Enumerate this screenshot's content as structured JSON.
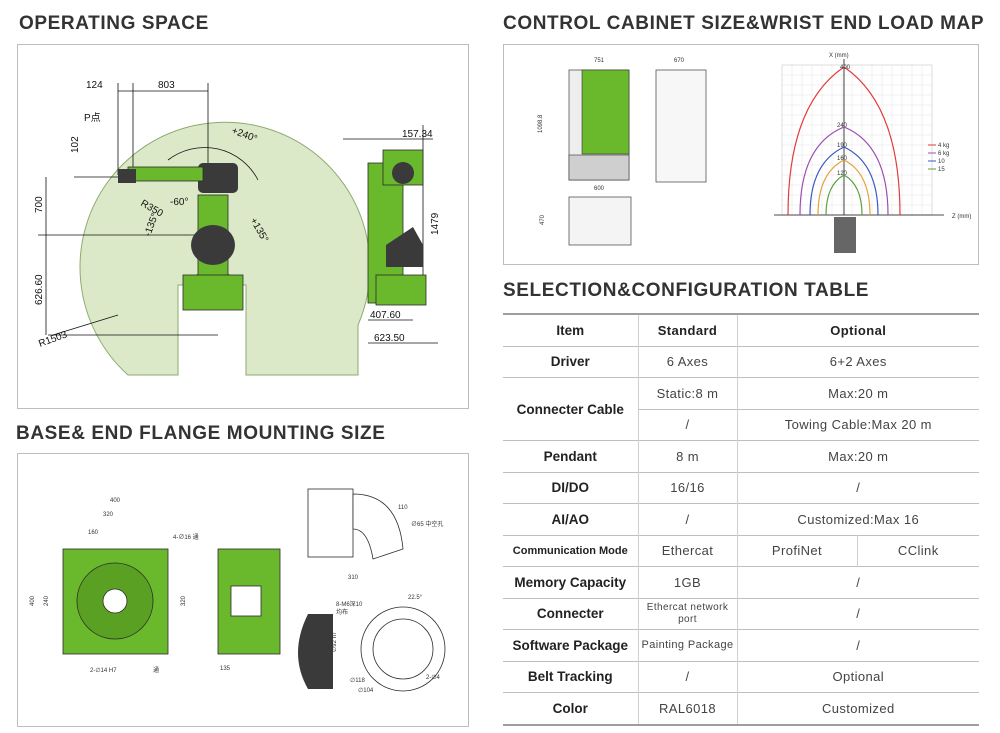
{
  "headings": {
    "operating": "OPERATING SPACE",
    "cabinet": "CONTROL CABINET SIZE&WRIST END LOAD MAP",
    "base": "BASE& END FLANGE MOUNTING SIZE",
    "selection": "SELECTION&CONFIGURATION TABLE"
  },
  "operating_dims": {
    "d124": "124",
    "d803": "803",
    "p": "P点",
    "d102": "102",
    "d700": "700",
    "r350": "R350",
    "a240": "+240°",
    "a60": "-60°",
    "a135n": "-135°",
    "a135p": "+135°",
    "d626": "626.60",
    "r1503": "R1503",
    "d157": "157.34",
    "d1479": "1479",
    "d407": "407.60",
    "d623": "623.50"
  },
  "cabinet_dims": {
    "w1": "751",
    "w2": "670",
    "h1": "1098.8",
    "b1": "600",
    "s1": "470",
    "axis_x": "X (mm)",
    "axis_z": "Z (mm)",
    "v400": "400",
    "v240": "240",
    "v190": "190",
    "v160": "160",
    "v120": "120",
    "legend": [
      "4 kg",
      "6 kg",
      "10",
      "15"
    ]
  },
  "base_dims": {
    "w400": "400",
    "w320": "320",
    "w160": "160",
    "h400": "400",
    "h240": "240",
    "h320": "320",
    "hole1": "4-∅16 通",
    "hole2": "2-∅14 H7",
    "hole2b": "通",
    "d135": "135",
    "d110": "110",
    "d310": "310",
    "d65": "∅65 中空孔",
    "m6": "8-M6深10",
    "m6b": "均布",
    "d92": "∅92 h7",
    "d118": "∅118",
    "d104": "∅104",
    "a22": "22.5°",
    "hole3": "2-∅4"
  },
  "table": {
    "headers": [
      "Item",
      "Standard",
      "Optional"
    ],
    "rows": {
      "driver": {
        "item": "Driver",
        "std": "6 Axes",
        "opt": "6+2 Axes"
      },
      "cable": {
        "item": "Connecter Cable",
        "std1": "Static:8 m",
        "opt1": "Max:20 m",
        "std2": "/",
        "opt2": "Towing Cable:Max 20 m"
      },
      "pendant": {
        "item": "Pendant",
        "std": "8 m",
        "opt": "Max:20 m"
      },
      "dido": {
        "item": "DI/DO",
        "std": "16/16",
        "opt": "/"
      },
      "aiao": {
        "item": "AI/AO",
        "std": "/",
        "opt": "Customized:Max 16"
      },
      "comm": {
        "item": "Communication Mode",
        "std": "Ethercat",
        "opt1": "ProfiNet",
        "opt2": "CClink"
      },
      "mem": {
        "item": "Memory Capacity",
        "std": "1GB",
        "opt": "/"
      },
      "conn": {
        "item": "Connecter",
        "std": "Ethercat network port",
        "opt": "/"
      },
      "soft": {
        "item": "Software Package",
        "std": "Painting Package",
        "opt": "/"
      },
      "belt": {
        "item": "Belt Tracking",
        "std": "/",
        "opt": "Optional"
      },
      "color": {
        "item": "Color",
        "std": "RAL6018",
        "opt": "Customized"
      }
    }
  },
  "colors": {
    "robot_green": "#6ab82c",
    "workspace": "#dbe9c8",
    "dark": "#2b2b2b"
  }
}
